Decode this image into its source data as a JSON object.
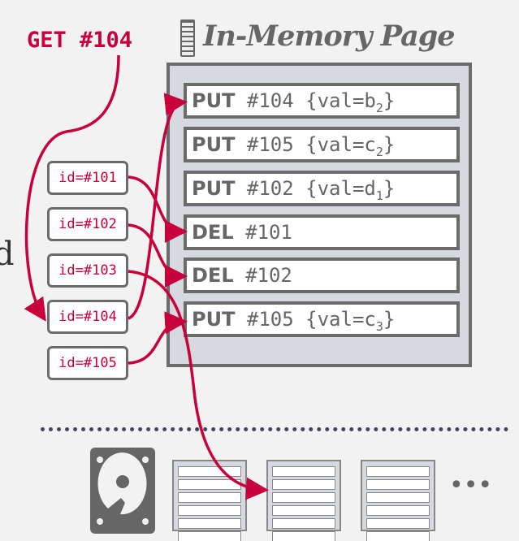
{
  "query": "GET #104",
  "cut_text": "d",
  "title": "In-Memory Page",
  "records": [
    {
      "op": "PUT",
      "key": "#104",
      "val": "{val=b",
      "sub": "2",
      "close": "}"
    },
    {
      "op": "PUT",
      "key": "#105",
      "val": "{val=c",
      "sub": "2",
      "close": "}"
    },
    {
      "op": "PUT",
      "key": "#102",
      "val": "{val=d",
      "sub": "1",
      "close": "}"
    },
    {
      "op": "DEL",
      "key": "#101",
      "val": "",
      "sub": "",
      "close": ""
    },
    {
      "op": "DEL",
      "key": "#102",
      "val": "",
      "sub": "",
      "close": ""
    },
    {
      "op": "PUT",
      "key": "#105",
      "val": "{val=c",
      "sub": "3",
      "close": "}"
    }
  ],
  "ids": [
    "id=#101",
    "id=#102",
    "id=#103",
    "id=#104",
    "id=#105"
  ],
  "more": "•••",
  "colors": {
    "accent": "#c8003c",
    "border": "#6b6b6b",
    "page": "#d6d9e0"
  }
}
